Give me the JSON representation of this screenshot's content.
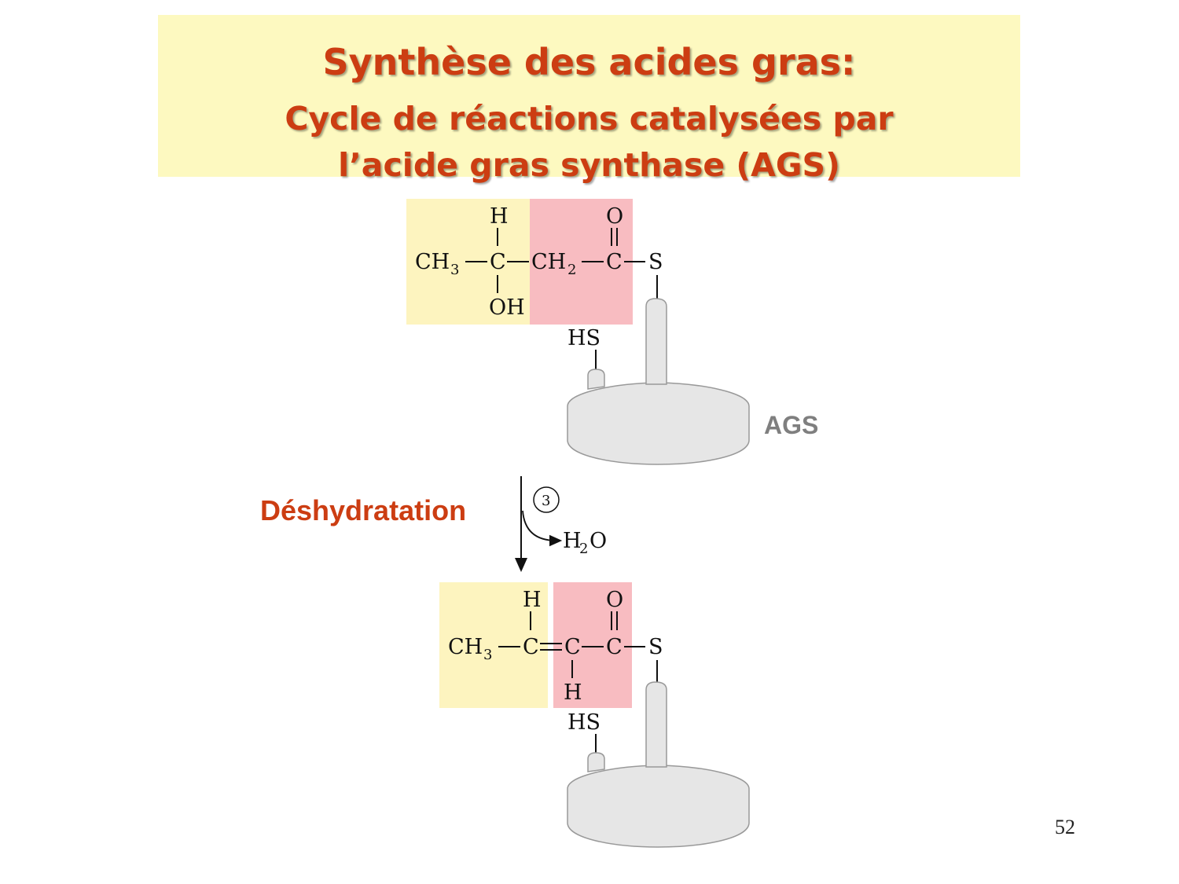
{
  "title": {
    "line1": "Synthèse des acides gras:",
    "line2": "Cycle de réactions catalysées par",
    "line3": "l’acide gras synthase (AGS)"
  },
  "molecule1": {
    "top_h": "H",
    "top_o": "O",
    "ch3": "CH",
    "ch3_sub": "3",
    "c_center": "C",
    "ch2": "CH",
    "ch2_sub": "2",
    "c_carbonyl": "C",
    "s": "S",
    "oh": "OH",
    "hs": "HS"
  },
  "enzyme_label": "AGS",
  "reaction": {
    "step_label": "Déshydratation",
    "step_number": "3",
    "product": "H",
    "product_sub": "2",
    "product_o": "O"
  },
  "molecule2": {
    "top_h": "H",
    "top_o": "O",
    "ch3": "CH",
    "ch3_sub": "3",
    "c1": "C",
    "c2": "C",
    "c_carbonyl": "C",
    "s": "S",
    "bottom_h": "H",
    "hs": "HS"
  },
  "page_number": "52",
  "colors": {
    "title_bg": "#fdf9c0",
    "title_text": "#cc3d12",
    "yellow_box": "#fdf4bf",
    "pink_box": "#f8bcc1",
    "enzyme_fill": "#e6e6e6",
    "enzyme_label": "#7f7f7f"
  }
}
